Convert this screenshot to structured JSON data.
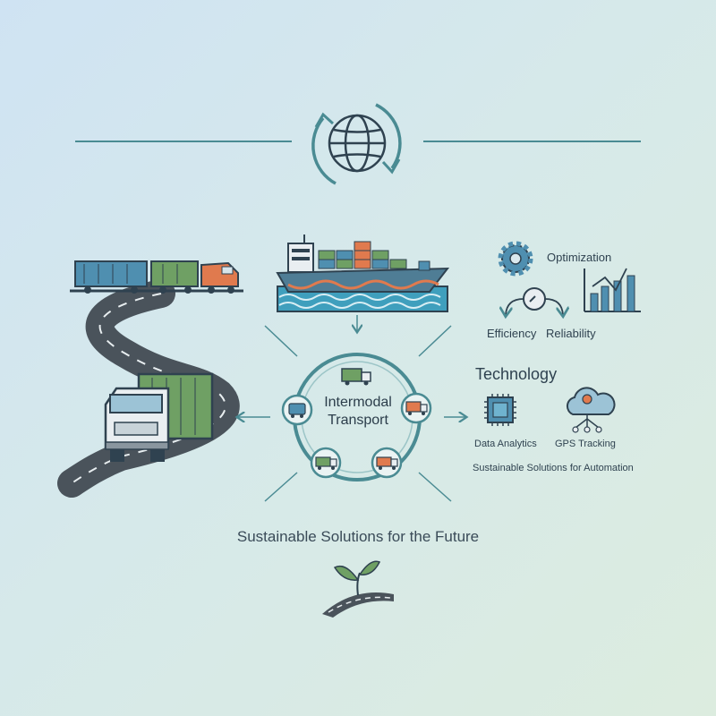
{
  "center": {
    "line1": "Intermodal",
    "line2": "Transport"
  },
  "optimization": {
    "title": "Optimization",
    "efficiency": "Efficiency",
    "reliability": "Reliability"
  },
  "technology": {
    "title": "Technology",
    "data_analytics": "Data Analytics",
    "gps_tracking": "GPS Tracking",
    "caption": "Sustainable Solutions for Automation"
  },
  "footer": {
    "tagline": "Sustainable Solutions for the Future"
  },
  "colors": {
    "teal": "#4a8b93",
    "navy": "#2f4250",
    "container_blue": "#4f8fb0",
    "container_green": "#6fa064",
    "container_orange": "#e07a4e",
    "sea": "#3f9fbd",
    "road": "#5d6770"
  },
  "icons": [
    "globe-icon",
    "gear-icon",
    "bar-chart-icon",
    "chip-icon",
    "cloud-icon",
    "sprout-icon",
    "truck-icon",
    "ship-icon",
    "train-icon"
  ]
}
